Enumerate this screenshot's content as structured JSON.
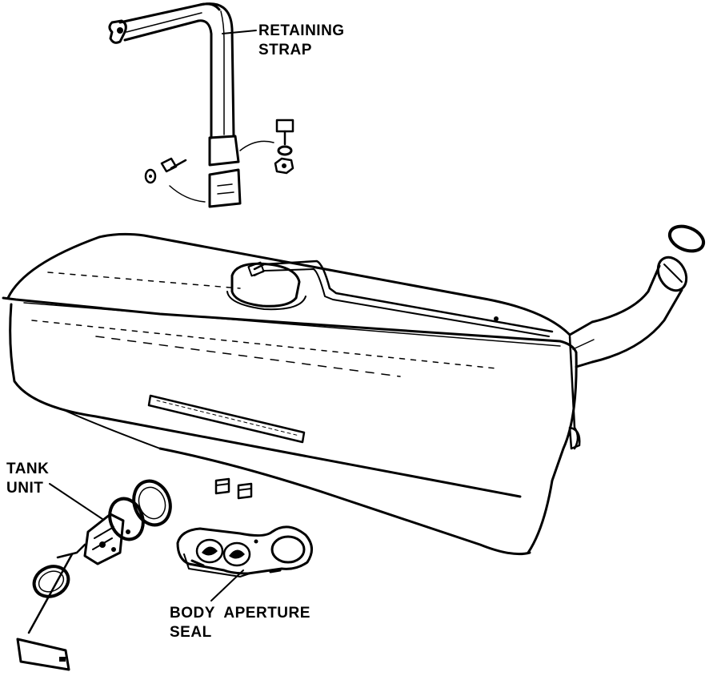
{
  "labels": {
    "retaining_strap": "RETAINING\nSTRAP",
    "tank_unit": "TANK\nUNIT",
    "body_aperture_seal": "BODY  APERTURE\nSEAL"
  },
  "colors": {
    "ink": "#000000",
    "paper": "#ffffff"
  }
}
